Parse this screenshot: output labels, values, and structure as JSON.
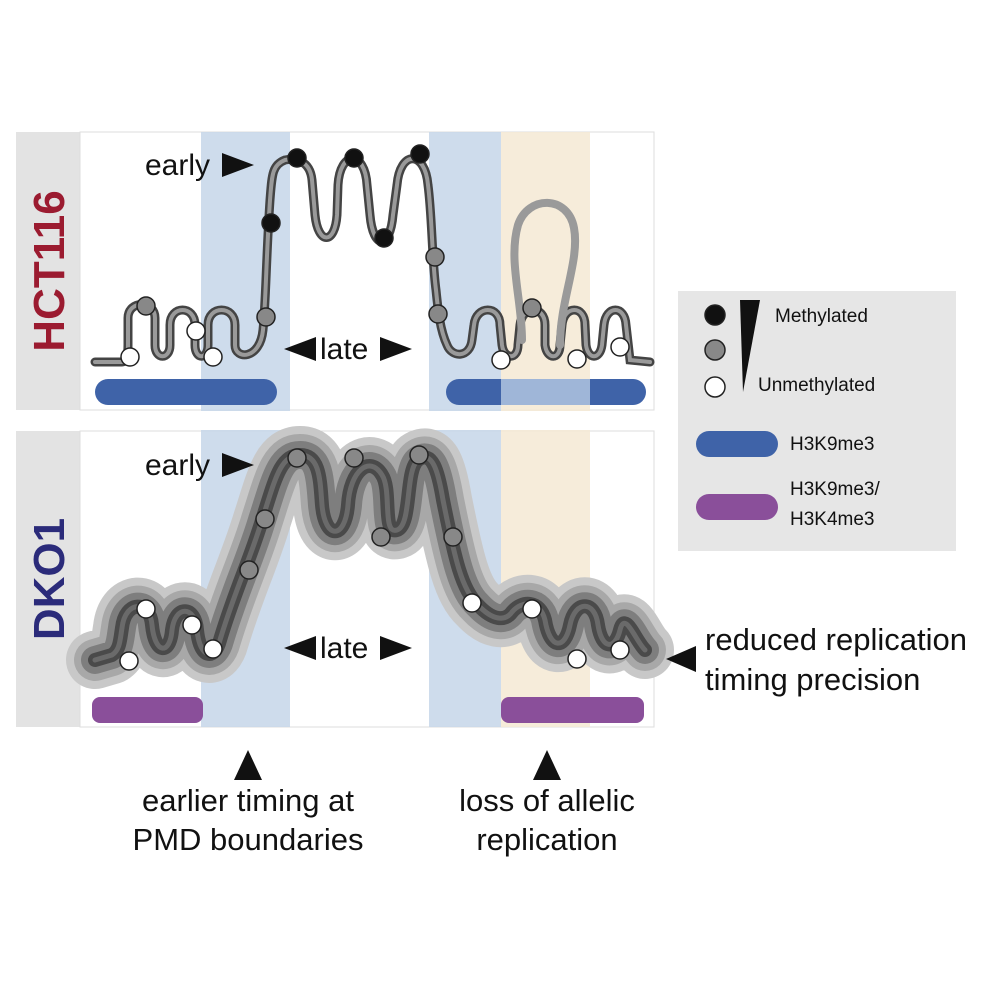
{
  "panels": {
    "top_label": "HCT116",
    "bottom_label": "DKO1",
    "early": "early",
    "late": "late"
  },
  "legend": {
    "methylated": "Methylated",
    "unmethylated": "Unmethylated",
    "h3k9": "H3K9me3",
    "h3k9k4_line1": "H3K9me3/",
    "h3k9k4_line2": "H3K4me3"
  },
  "annotations": {
    "right_line1": "reduced replication",
    "right_line2": "timing precision",
    "bottom_left_line1": "earlier timing at",
    "bottom_left_line2": "PMD boundaries",
    "bottom_right_line1": "loss of allelic",
    "bottom_right_line2": "replication"
  },
  "colors": {
    "top_label": "#9b1b30",
    "bottom_label": "#2b2b7a",
    "blue_band": "#c9d8ea",
    "beige_band": "#f5ead6",
    "h3k9me3": "#3f63a8",
    "h3k9me3_h3k4me3": "#8a4f9a",
    "label_bar": "#e3e3e3",
    "legend_bg": "#e6e6e6"
  }
}
